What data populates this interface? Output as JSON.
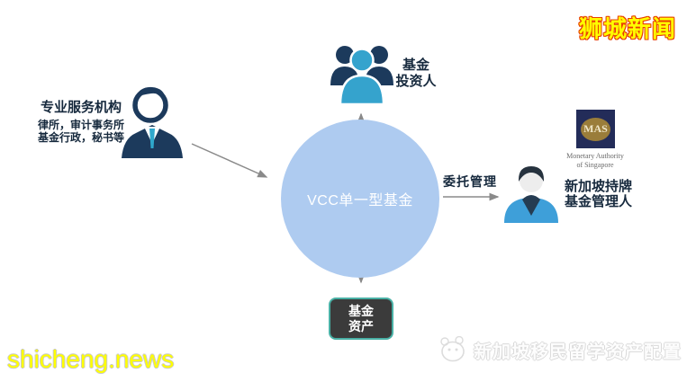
{
  "header": {
    "brand": "狮城新闻"
  },
  "diagram": {
    "services": {
      "title": "专业服务机构",
      "subtitle1": "律所，审计事务所",
      "subtitle2": "基金行政，秘书等"
    },
    "investors": {
      "line1": "基金",
      "line2": "投资人"
    },
    "fund_circle": {
      "label": "VCC单一型基金"
    },
    "delegation": {
      "label": "委托管理"
    },
    "manager": {
      "line1": "新加坡持牌",
      "line2": "基金管理人"
    },
    "mas": {
      "acronym": "MAS",
      "caption1": "Monetary Authority",
      "caption2": "of Singapore"
    },
    "assets": {
      "line1": "基金",
      "line2": "资产"
    }
  },
  "footer": {
    "watermark_left": "shicheng.news",
    "watermark_right": "新加坡移民留学资产配置"
  },
  "colors": {
    "circle_fill": "#AECBF0",
    "navy": "#1C3A5C",
    "teal": "#35A3CD",
    "manager_blue": "#3E9FD9",
    "assets_box_fill": "#3B3B3B",
    "assets_box_border": "#49B0A5",
    "mas_navy": "#232C59",
    "mas_gold": "#9A7D3A",
    "brand_yellow": "#FFFF00",
    "brand_outline_red": "#E84000",
    "arrow_gray": "#8A8A8A"
  }
}
